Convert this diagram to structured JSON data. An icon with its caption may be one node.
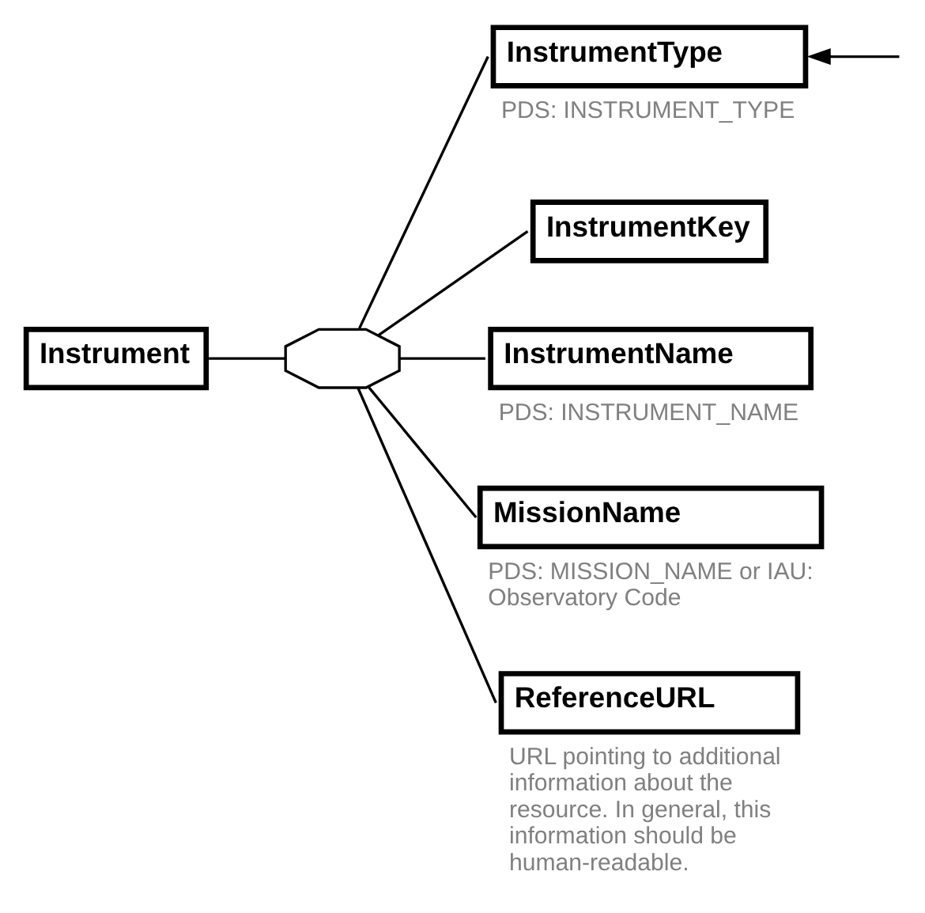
{
  "diagram": {
    "nodes": [
      {
        "text": [
          "Instrument"
        ]
      },
      {
        "text": [],
        "shape": "octagon"
      },
      {
        "text": [
          "InstrumentType"
        ],
        "beside": [
          "PDS: INSTRUMENT_TYPE"
        ]
      },
      {
        "text": [
          "InstrumentKey"
        ]
      },
      {
        "text": [
          "InstrumentName"
        ],
        "beside": [
          "PDS: INSTRUMENT_NAME"
        ]
      },
      {
        "text": [
          "MissionName"
        ],
        "beside": [
          "PDS: MISSION_NAME or IAU: Observatory Code"
        ]
      },
      {
        "text": [
          "ReferenceURL"
        ],
        "beside": [
          "URL pointing to additional information about the resource. In general, this information should be human-readable."
        ]
      }
    ],
    "edges": [
      {
        "from": 0,
        "to": 1,
        "arrow": "none"
      },
      {
        "from": 1,
        "to": 2,
        "arrow": "none"
      },
      {
        "from": 1,
        "to": 3,
        "arrow": "none"
      },
      {
        "from": 1,
        "to": 4,
        "arrow": "none"
      },
      {
        "from": 1,
        "to": 5,
        "arrow": "none"
      },
      {
        "from": 1,
        "to": 6,
        "arrow": "none"
      },
      {
        "from": null,
        "to": 2,
        "arrow": "to"
      }
    ]
  }
}
